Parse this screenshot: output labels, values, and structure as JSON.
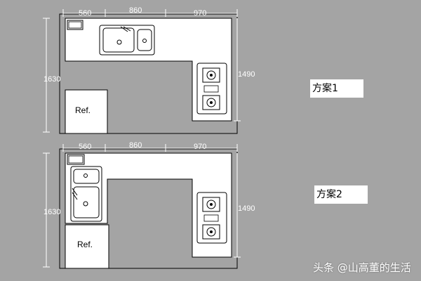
{
  "plan1": {
    "dim_top_a": "560",
    "dim_top_b": "860",
    "dim_top_c": "970",
    "dim_left": "1630",
    "dim_right": "1490",
    "fridge_label": "Ref.",
    "caption": "方案1"
  },
  "plan2": {
    "dim_top_a": "560",
    "dim_top_b": "860",
    "dim_top_c": "970",
    "dim_left": "1630",
    "dim_right": "1490",
    "fridge_label": "Ref.",
    "caption": "方案2"
  },
  "watermark": "头条 @山高董的生活",
  "colors": {
    "background": "#a4a4a4",
    "counter": "#ffffff",
    "line": "#000000"
  }
}
